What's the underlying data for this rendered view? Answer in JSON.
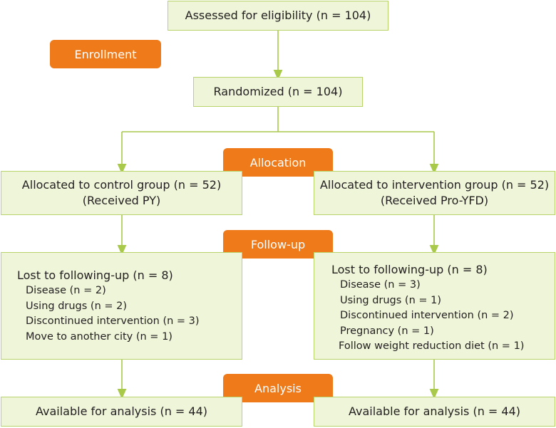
{
  "stages": {
    "enrollment": "Enrollment",
    "allocation": "Allocation",
    "followup": "Follow-up",
    "analysis": "Analysis"
  },
  "assessed": "Assessed for eligibility (n = 104)",
  "randomized": "Randomized (n = 104)",
  "control": {
    "allocated": "Allocated to control group (n = 52)",
    "received": "(Received PY)",
    "lost_title": "Lost to following-up (n = 8)",
    "lost_items": [
      "Disease (n = 2)",
      "Using drugs (n = 2)",
      "Discontinued intervention (n = 3)",
      "Move to another city (n = 1)"
    ],
    "analysis": "Available for analysis (n = 44)"
  },
  "intervention": {
    "allocated": "Allocated to intervention group (n = 52)",
    "received": "(Received Pro-YFD)",
    "lost_title": "Lost to following-up (n = 8)",
    "lost_items": [
      "Disease (n = 3)",
      "Using drugs (n = 1)",
      "Discontinued intervention (n = 2)",
      "Pregnancy (n = 1)",
      "Follow weight reduction diet (n = 1)"
    ],
    "analysis": "Available for analysis (n = 44)"
  },
  "colors": {
    "stage": "#ee7a1a",
    "box_fill": "#eef5d8",
    "box_border": "#b7d36a",
    "connector": "#a9c94a"
  }
}
